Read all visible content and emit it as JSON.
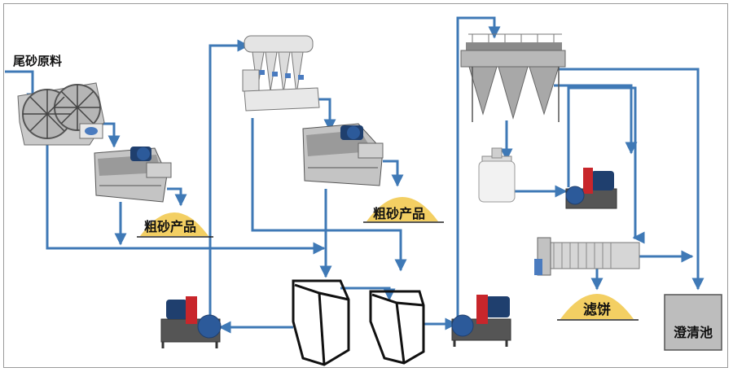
{
  "labels": {
    "raw_material": "尾砂原料",
    "coarse_sand_1": "粗砂产品",
    "coarse_sand_2": "粗砂产品",
    "filter_cake": "滤饼",
    "clarifier": "澄清池"
  },
  "colors": {
    "flow_line": "#3f79b6",
    "pile_fill": "#f3cf63",
    "equipment_gray": "#c9c9c9",
    "equipment_dark": "#5d5d5d",
    "motor_blue": "#1f3f6e",
    "pump_red": "#c8262b",
    "clarifier_fill": "#bdbdbd",
    "frame_border": "#9a9a9a"
  }
}
